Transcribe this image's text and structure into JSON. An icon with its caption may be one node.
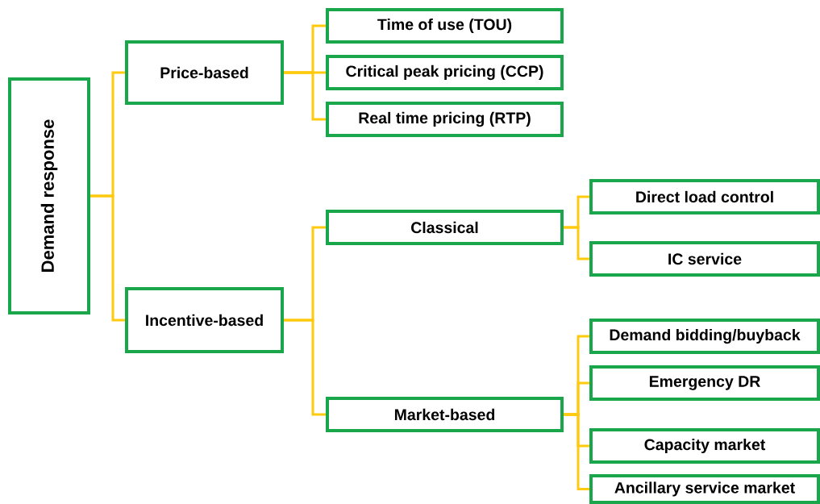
{
  "diagram": {
    "nodes": [
      {
        "text": [
          "Demand response"
        ]
      },
      {
        "text": [
          "Price-based"
        ]
      },
      {
        "text": [
          "Incentive-based"
        ]
      },
      {
        "text": [
          "Time of use (TOU)"
        ]
      },
      {
        "text": [
          "Critical peak pricing (CCP)"
        ]
      },
      {
        "text": [
          "Real time pricing (RTP)"
        ]
      },
      {
        "text": [
          "Classical"
        ]
      },
      {
        "text": [
          "Market-based"
        ]
      },
      {
        "text": [
          "Direct load control"
        ]
      },
      {
        "text": [
          "IC service"
        ]
      },
      {
        "text": [
          "Demand bidding/buyback"
        ]
      },
      {
        "text": [
          "Emergency DR"
        ]
      },
      {
        "text": [
          "Capacity market"
        ]
      },
      {
        "text": [
          "Ancillary service market"
        ]
      }
    ],
    "edges": [
      {
        "from": 0,
        "to": 1,
        "arrow": "none"
      },
      {
        "from": 0,
        "to": 2,
        "arrow": "none"
      },
      {
        "from": 1,
        "to": 3,
        "arrow": "none"
      },
      {
        "from": 1,
        "to": 4,
        "arrow": "none"
      },
      {
        "from": 1,
        "to": 5,
        "arrow": "none"
      },
      {
        "from": 2,
        "to": 6,
        "arrow": "none"
      },
      {
        "from": 2,
        "to": 7,
        "arrow": "none"
      },
      {
        "from": 6,
        "to": 8,
        "arrow": "none"
      },
      {
        "from": 6,
        "to": 9,
        "arrow": "none"
      },
      {
        "from": 7,
        "to": 10,
        "arrow": "none"
      },
      {
        "from": 7,
        "to": 11,
        "arrow": "none"
      },
      {
        "from": 7,
        "to": 12,
        "arrow": "none"
      },
      {
        "from": 7,
        "to": 13,
        "arrow": "none"
      }
    ]
  }
}
